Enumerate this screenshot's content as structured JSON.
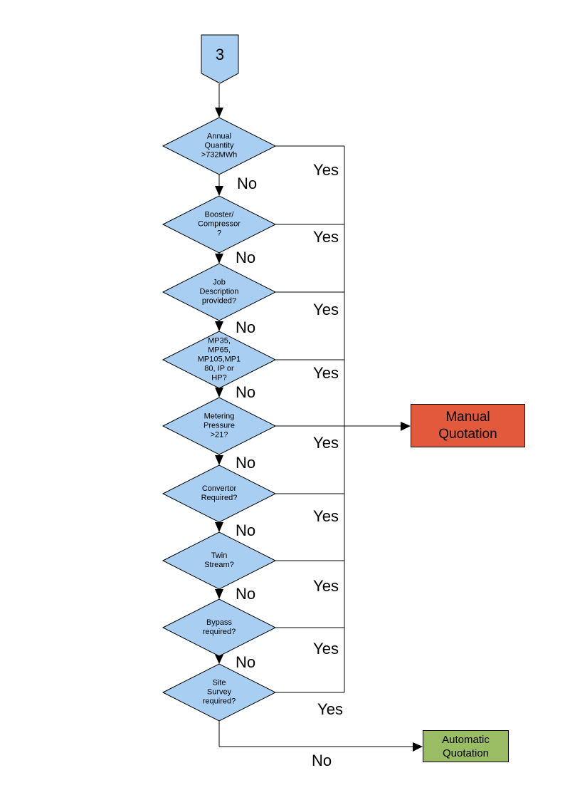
{
  "diagram": {
    "connector_label": "3",
    "colors": {
      "decision_fill": "#A8CEF2",
      "border": "#000000",
      "line": "#000000",
      "manual_fill": "#E25A3B",
      "automatic_fill": "#9ABD63"
    },
    "decisions": [
      {
        "id": "annual-quantity",
        "text": "Annual\nQuantity\n>732MWh",
        "yes_label": "Yes",
        "no_label": "No"
      },
      {
        "id": "booster-compressor",
        "text": "Booster/\nCompressor\n?",
        "yes_label": "Yes",
        "no_label": "No"
      },
      {
        "id": "job-description",
        "text": "Job\nDescription\nprovided?",
        "yes_label": "Yes",
        "no_label": "No"
      },
      {
        "id": "meter-type",
        "text": "MP35,\nMP65,\nMP105,MP1\n80, IP or\nHP?",
        "yes_label": "Yes",
        "no_label": "No"
      },
      {
        "id": "metering-pressure",
        "text": "Metering\nPressure\n>21?",
        "yes_label": "Yes",
        "no_label": "No"
      },
      {
        "id": "convertor",
        "text": "Convertor\nRequired?",
        "yes_label": "Yes",
        "no_label": "No"
      },
      {
        "id": "twin-stream",
        "text": "Twin\nStream?",
        "yes_label": "Yes",
        "no_label": "No"
      },
      {
        "id": "bypass",
        "text": "Bypass\nrequired?",
        "yes_label": "Yes",
        "no_label": "No"
      },
      {
        "id": "site-survey",
        "text": "Site\nSurvey\nrequired?",
        "yes_label": "Yes",
        "no_label": "No"
      }
    ],
    "outcomes": {
      "manual": {
        "text": "Manual\nQuotation",
        "fill": "#E25A3B"
      },
      "automatic": {
        "text": "Automatic\nQuotation",
        "fill": "#9ABD63"
      }
    }
  }
}
